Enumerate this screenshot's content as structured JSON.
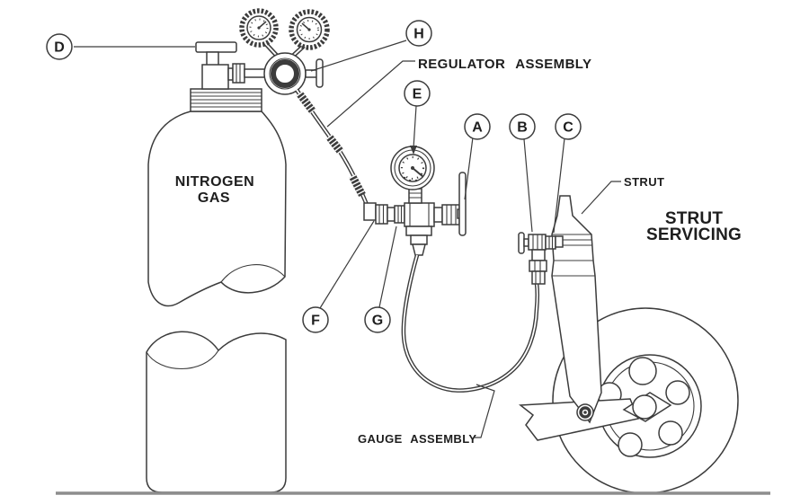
{
  "title": {
    "line1": "STRUT",
    "line2": "SERVICING"
  },
  "labels": {
    "cylinder_line1": "NITROGEN",
    "cylinder_line2": "GAS",
    "regulator_assembly": "REGULATOR ASSEMBLY",
    "gauge_assembly": "GAUGE ASSEMBLY",
    "strut": "STRUT"
  },
  "callouts": [
    {
      "letter": "A"
    },
    {
      "letter": "B"
    },
    {
      "letter": "C"
    },
    {
      "letter": "D"
    },
    {
      "letter": "E"
    },
    {
      "letter": "F"
    },
    {
      "letter": "G"
    },
    {
      "letter": "H"
    }
  ],
  "colors": {
    "line": "#3c3c3c",
    "ground": "#8d8d8d",
    "text": "#1e1e1e",
    "background": "#ffffff"
  }
}
